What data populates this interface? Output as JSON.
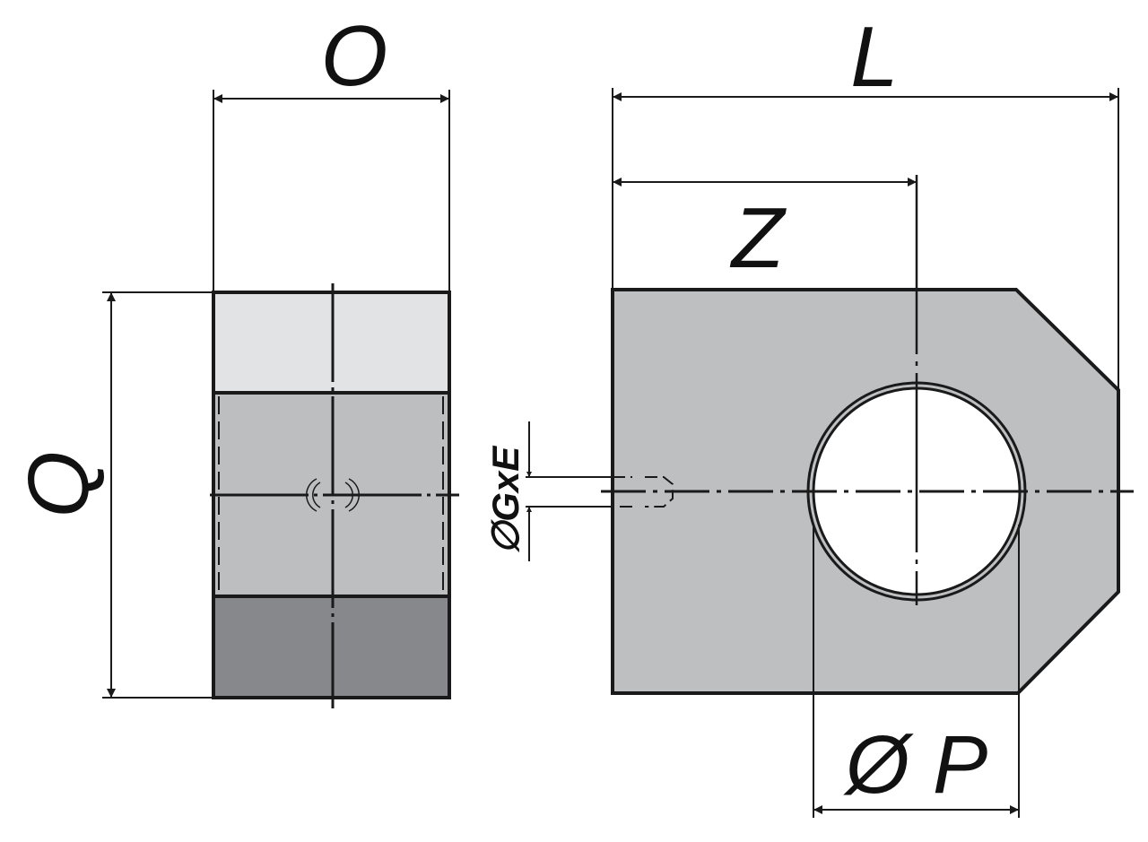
{
  "drawing": {
    "labels": {
      "width_O": "O",
      "length_L": "L",
      "center_Z": "Z",
      "height_Q": "Q",
      "thread_GxE": "∅GxE",
      "bore_P": "Ø P"
    },
    "colors": {
      "top_face": "#e2e3e5",
      "middle_face": "#bdbec0",
      "bottom_face": "#87888c",
      "body": "#bebfc1",
      "bore": "#ffffff",
      "line": "#1a1a1a"
    }
  }
}
